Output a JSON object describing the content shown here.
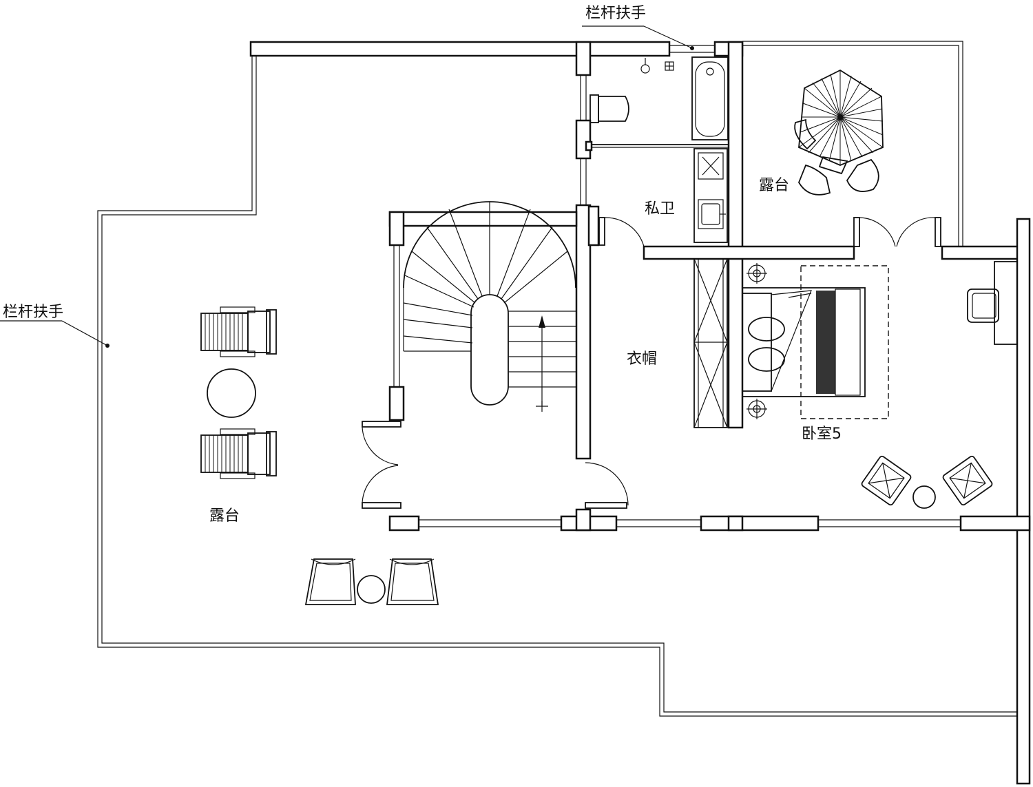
{
  "labels": {
    "railing_top": "栏杆扶手",
    "railing_left": "栏杆扶手",
    "terrace_right": "露台",
    "terrace_left": "露台",
    "private_bath": "私卫",
    "closet": "衣帽",
    "bedroom": "卧室5"
  },
  "colors": {
    "line": "#111111",
    "background": "#ffffff"
  }
}
